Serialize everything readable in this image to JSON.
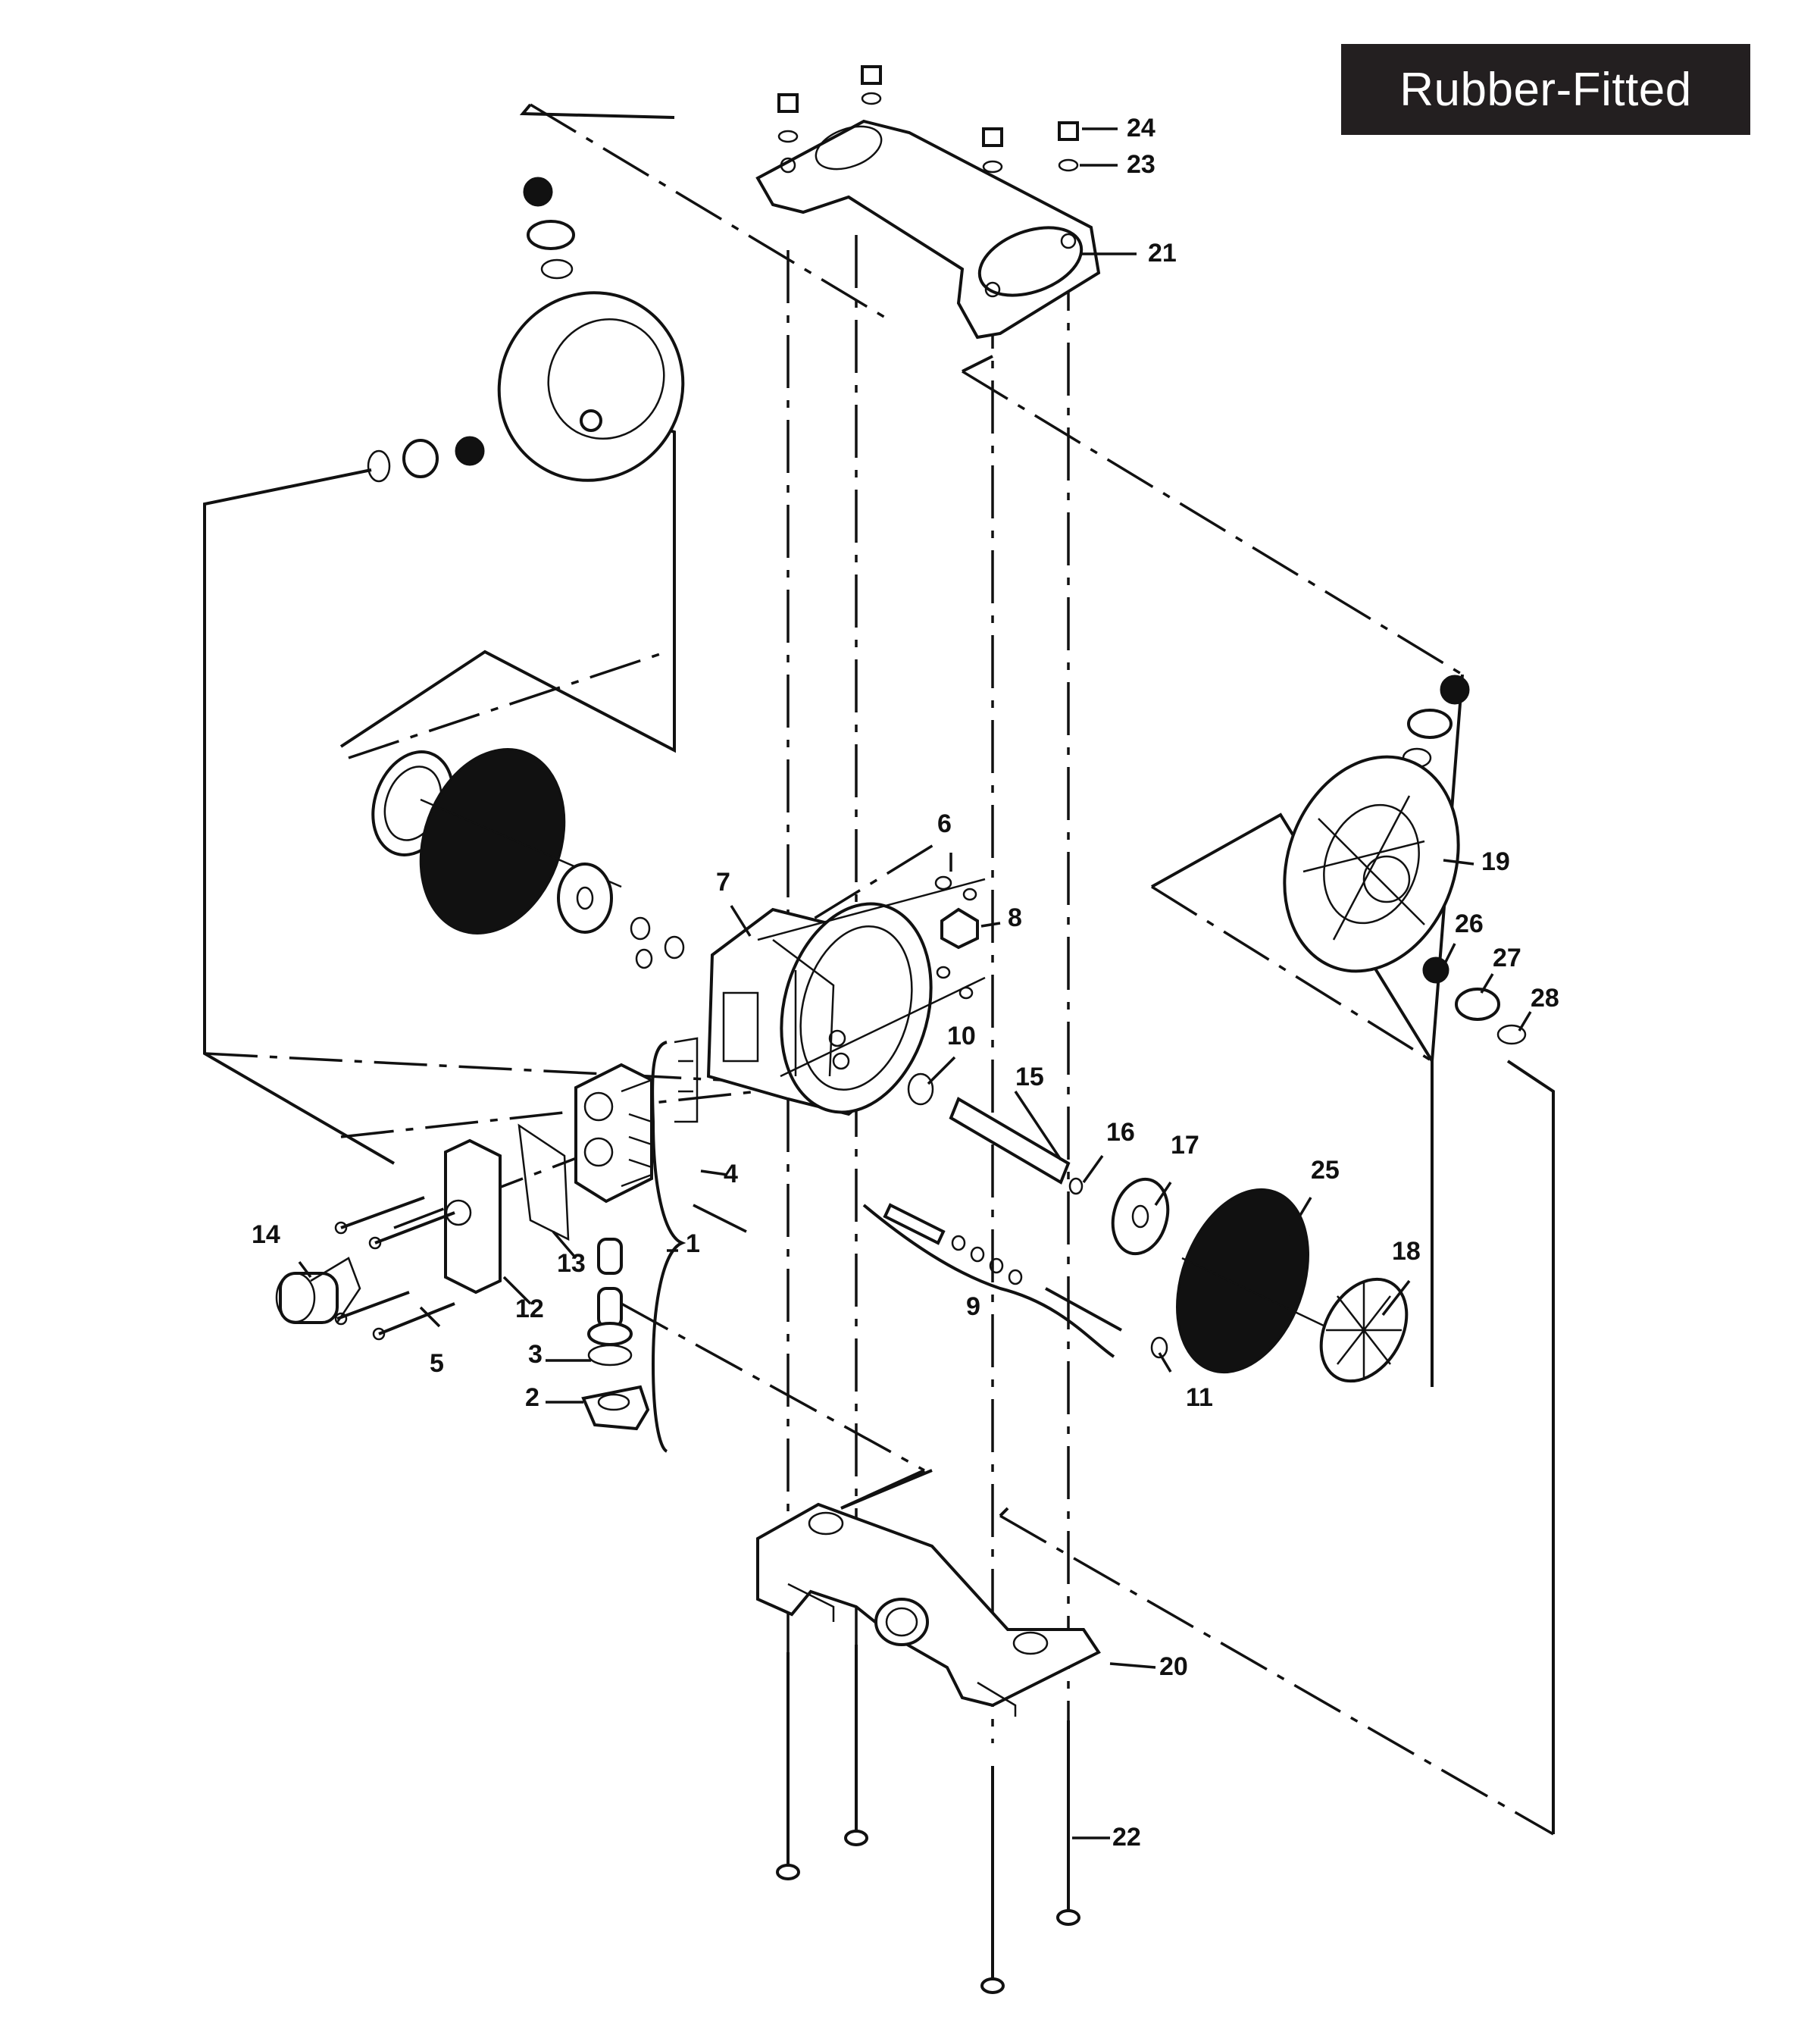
{
  "badge": {
    "text": "Rubber-Fitted"
  },
  "labels": {
    "p1": "1",
    "p2": "2",
    "p3": "3",
    "p4": "4",
    "p5": "5",
    "p6": "6",
    "p7": "7",
    "p8": "8",
    "p9": "9",
    "p10": "10",
    "p11": "11",
    "p12": "12",
    "p13": "13",
    "p14": "14",
    "p15": "15",
    "p16": "16",
    "p17": "17",
    "p18": "18",
    "p19": "19",
    "p20": "20",
    "p21": "21",
    "p22": "22",
    "p23": "23",
    "p24": "24",
    "p25": "25",
    "p26": "26",
    "p27": "27",
    "p28": "28"
  }
}
